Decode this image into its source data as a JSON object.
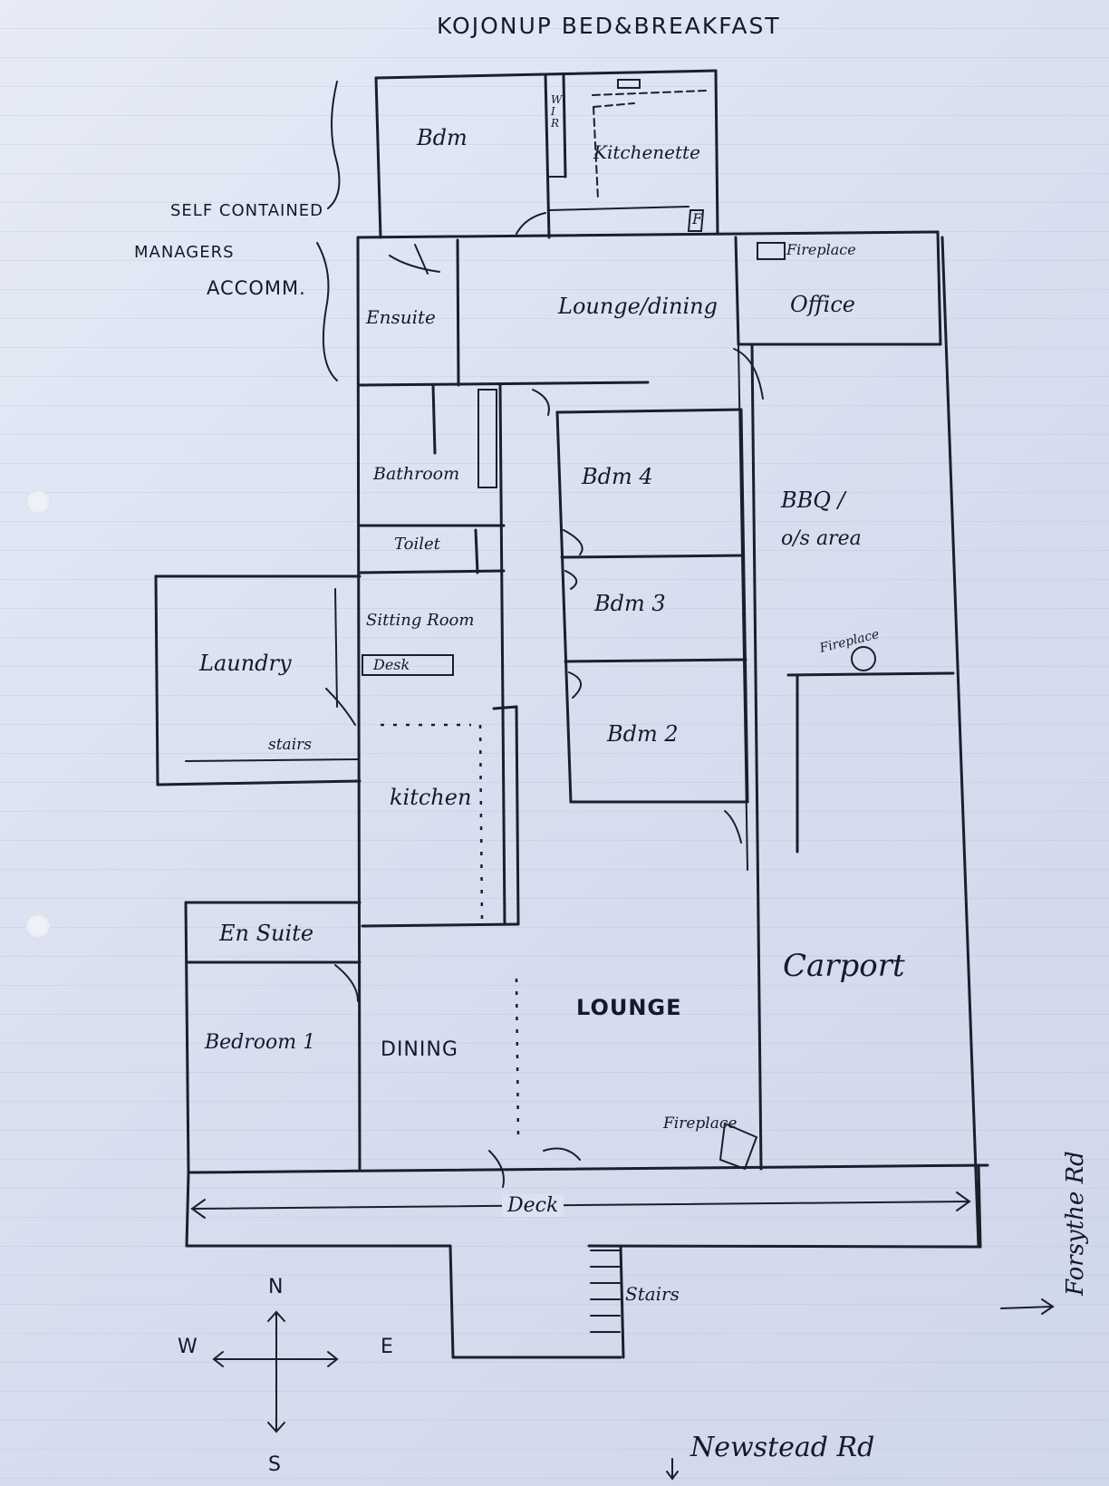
{
  "title": "KOJONUP BED&BREAKFAST",
  "notes": {
    "manager": [
      "SELF CONTAINED",
      "MANAGERS",
      "ACCOMM."
    ]
  },
  "rooms": {
    "bdm_top": "Bdm",
    "wir": "W I R",
    "kitchenette": "Kitchenette",
    "ensuite_top": "Ensuite",
    "lounge_dining": "Lounge/dining",
    "office": "Office",
    "bathroom": "Bathroom",
    "toilet": "Toilet",
    "bdm4": "Bdm 4",
    "bdm3": "Bdm 3",
    "bdm2": "Bdm 2",
    "bbq": "BBQ /",
    "bbq2": "o/s area",
    "laundry": "Laundry",
    "sitting": "Sitting Room",
    "desk": "Desk",
    "stairs_laundry": "stairs",
    "kitchen": "kitchen",
    "ensuite_bottom": "En Suite",
    "bedroom1": "Bedroom 1",
    "dining": "DINING",
    "lounge": "LOUNGE",
    "carport": "Carport",
    "fireplace_top": "Fireplace",
    "fireplace_mid": "Fireplace",
    "fireplace_lounge": "Fireplace",
    "deck": "Deck",
    "stairs_bottom": "Stairs",
    "f_mark": "F"
  },
  "roads": {
    "east": "Forsythe Rd",
    "south": "Newstead Rd"
  },
  "compass": {
    "n": "N",
    "s": "S",
    "e": "E",
    "w": "W"
  }
}
